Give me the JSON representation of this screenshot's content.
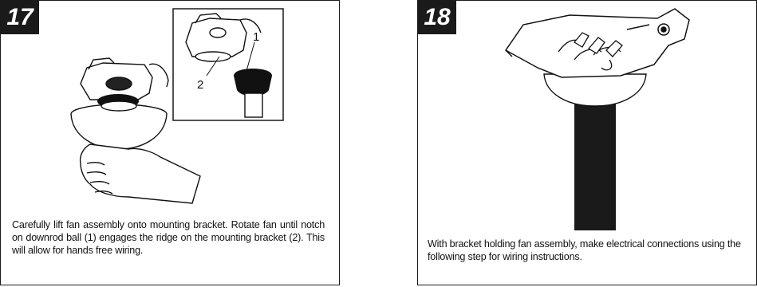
{
  "steps": [
    {
      "number": "17",
      "caption": "Carefully lift fan assembly onto mounting bracket. Rotate fan until notch on downrod ball (1) engages the ridge on the mounting bracket (2). This will allow for hands free wiring.",
      "callouts": [
        "1",
        "2"
      ]
    },
    {
      "number": "18",
      "caption": "With bracket holding fan assembly, make electrical connections using the following step for wiring instructions."
    }
  ]
}
